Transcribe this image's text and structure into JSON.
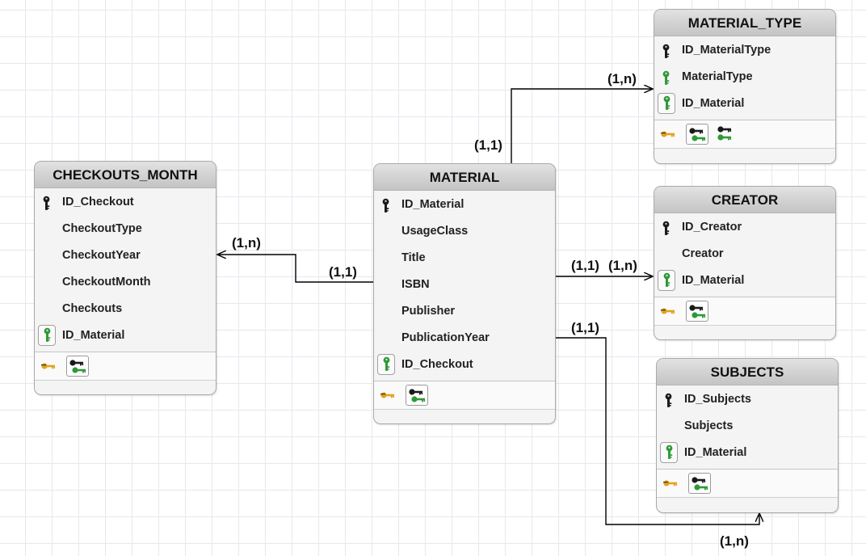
{
  "entities": {
    "checkouts_month": {
      "title": "CHECKOUTS_MONTH",
      "fields": [
        {
          "name": "ID_Checkout",
          "key": "pk"
        },
        {
          "name": "CheckoutType",
          "key": ""
        },
        {
          "name": "CheckoutYear",
          "key": ""
        },
        {
          "name": "CheckoutMonth",
          "key": ""
        },
        {
          "name": "Checkouts",
          "key": ""
        },
        {
          "name": "ID_Material",
          "key": "fk"
        }
      ]
    },
    "material": {
      "title": "MATERIAL",
      "fields": [
        {
          "name": "ID_Material",
          "key": "pk"
        },
        {
          "name": "UsageClass",
          "key": ""
        },
        {
          "name": "Title",
          "key": ""
        },
        {
          "name": "ISBN",
          "key": ""
        },
        {
          "name": "Publisher",
          "key": ""
        },
        {
          "name": "PublicationYear",
          "key": ""
        },
        {
          "name": "ID_Checkout",
          "key": "fk"
        }
      ]
    },
    "material_type": {
      "title": "MATERIAL_TYPE",
      "fields": [
        {
          "name": "ID_MaterialType",
          "key": "pk"
        },
        {
          "name": "MaterialType",
          "key": "uk"
        },
        {
          "name": "ID_Material",
          "key": "fk"
        }
      ]
    },
    "creator": {
      "title": "CREATOR",
      "fields": [
        {
          "name": "ID_Creator",
          "key": "pk"
        },
        {
          "name": "Creator",
          "key": ""
        },
        {
          "name": "ID_Material",
          "key": "fk"
        }
      ]
    },
    "subjects": {
      "title": "SUBJECTS",
      "fields": [
        {
          "name": "ID_Subjects",
          "key": "pk"
        },
        {
          "name": "Subjects",
          "key": ""
        },
        {
          "name": "ID_Material",
          "key": "fk"
        }
      ]
    }
  },
  "relationships": {
    "material_type": {
      "from_card": "(1,1)",
      "to_card": "(1,n)"
    },
    "checkouts": {
      "from_card": "(1,1)",
      "to_card": "(1,n)"
    },
    "creator": {
      "from_card": "(1,1)",
      "to_card": "(1,n)"
    },
    "subjects": {
      "from_card": "(1,1)",
      "to_card": "(1,n)"
    }
  },
  "colors": {
    "pk_key": "#1a1a1a",
    "fk_key": "#2f9a35",
    "index_key": "#e3a21a"
  }
}
